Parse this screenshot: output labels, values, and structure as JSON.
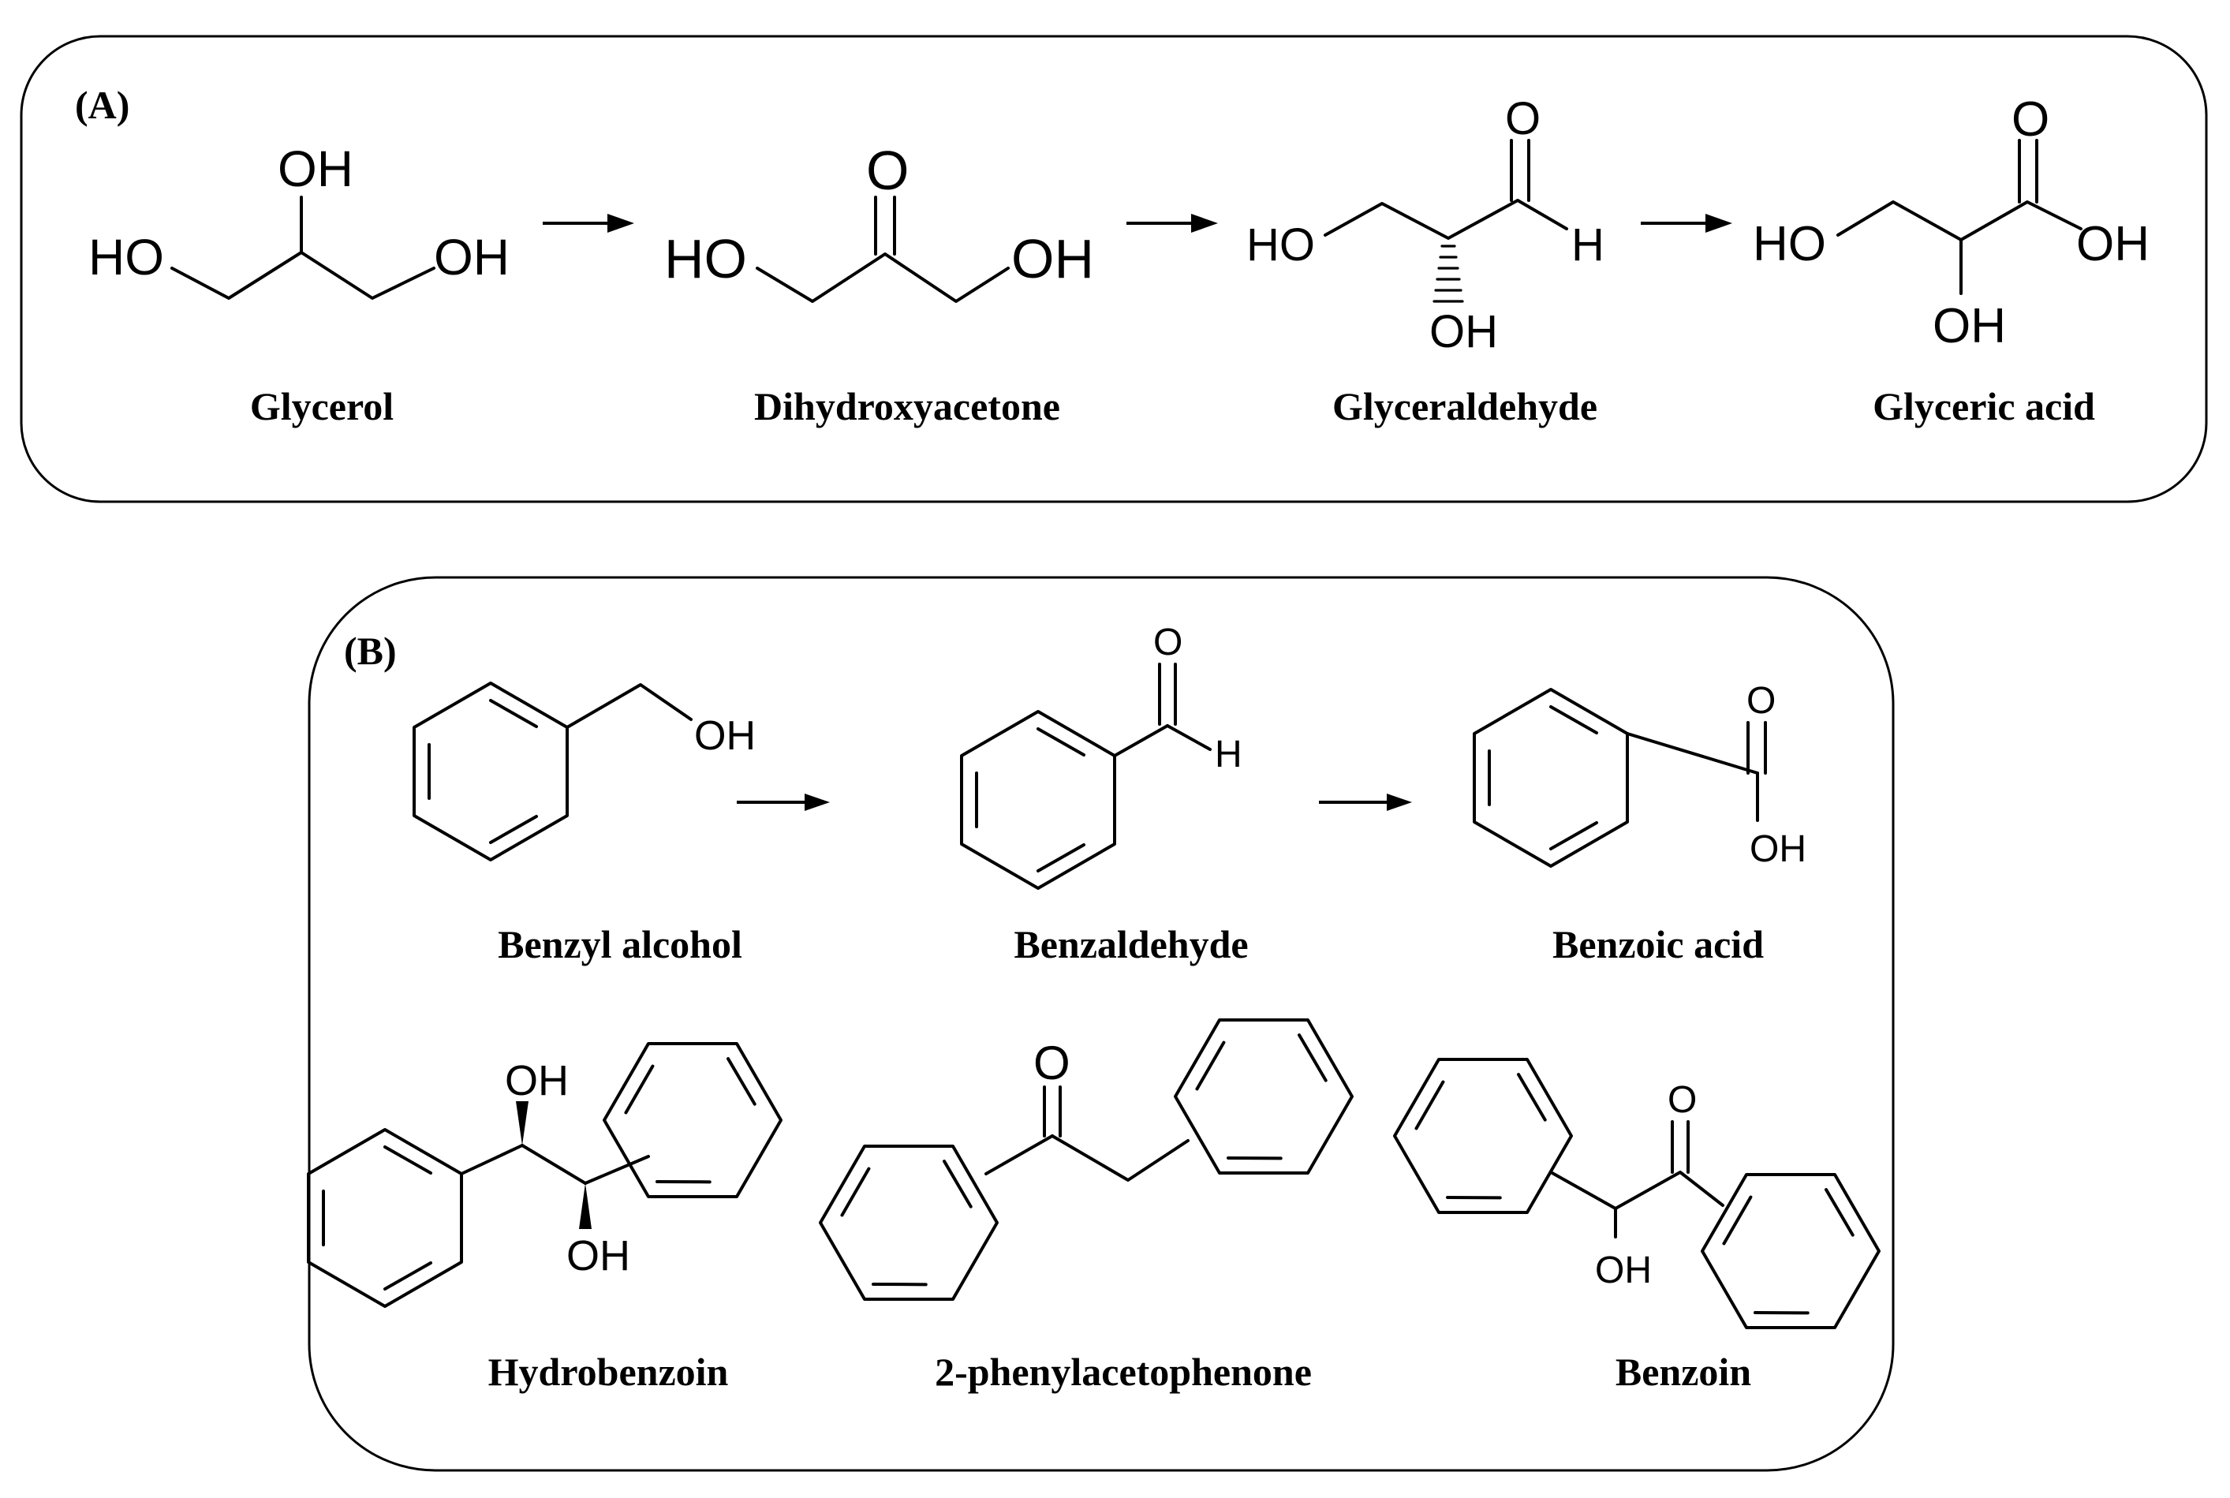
{
  "panels": [
    {
      "label": "(A)",
      "compounds": [
        {
          "name": "Glycerol",
          "atoms": {
            "top": "OH",
            "left": "HO",
            "right": "OH"
          }
        },
        {
          "name": "Dihydroxyacetone",
          "atoms": {
            "top": "O",
            "left": "HO",
            "right": "OH"
          }
        },
        {
          "name": "Glyceraldehyde",
          "atoms": {
            "left": "HO",
            "top": "O",
            "right": "H",
            "bottom": "OH"
          }
        },
        {
          "name": "Glyceric acid",
          "atoms": {
            "left": "HO",
            "top": "O",
            "right": "OH",
            "bottom": "OH"
          }
        }
      ]
    },
    {
      "label": "(B)",
      "compounds": [
        {
          "name": "Benzyl alcohol",
          "atoms": {
            "right": "OH"
          }
        },
        {
          "name": "Benzaldehyde",
          "atoms": {
            "top": "O",
            "right": "H"
          }
        },
        {
          "name": "Benzoic acid",
          "atoms": {
            "top": "O",
            "bottom": "OH"
          }
        },
        {
          "name": "Hydrobenzoin",
          "atoms": {
            "top": "OH",
            "bottom": "OH"
          }
        },
        {
          "name": "2-phenylacetophenone",
          "atoms": {
            "top": "O"
          }
        },
        {
          "name": "Benzoin",
          "atoms": {
            "top": "O",
            "bottom": "OH"
          }
        }
      ]
    }
  ]
}
